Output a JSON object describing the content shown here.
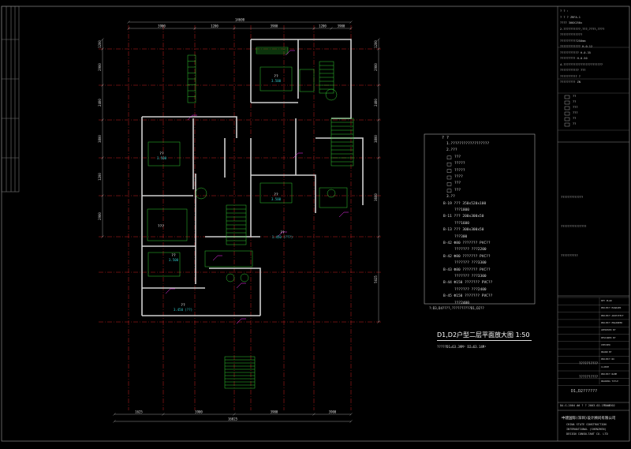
{
  "drawing": {
    "title": "D1,D2户型二层平面放大图  1:50",
    "area_note": "?????D1=63.39M² D2=63.14M²",
    "legend_footer": "?:D3,D4????,??????????D1,D2??"
  },
  "dimensions": {
    "top_overall": "14600",
    "top_segments": [
      "3900",
      "1200",
      "3900",
      "1200",
      "3900"
    ],
    "bottom_segments": [
      "1625",
      "3900",
      "3900",
      "3900"
    ],
    "bottom_overall": "16025",
    "left_segments": [
      "1200",
      "2900",
      "2400",
      "3800",
      "1200",
      "2900"
    ],
    "right_segments": [
      "1200",
      "2900",
      "2400",
      "3800",
      "3600",
      "5025"
    ]
  },
  "rooms": [
    {
      "label": "??",
      "sub": "3.500"
    },
    {
      "label": "??",
      "sub": "3.500"
    },
    {
      "label": "??",
      "sub": "3.500"
    },
    {
      "label": "??",
      "sub": "3.500"
    },
    {
      "label": "???",
      "sub": ""
    },
    {
      "label": "??",
      "sub": "1.450 (???)"
    },
    {
      "label": "??",
      "sub": "3.450 (??)"
    }
  ],
  "legend": {
    "header": "? ?",
    "rows": [
      "1.??????????????????",
      "2.???",
      "???",
      "?????",
      "?????",
      "????",
      "???",
      "???",
      "3.??",
      "B-19  ???  350x520x100",
      "???1800",
      "B-11  ???  200x300x50",
      "???1600",
      "B-13  ???  300x300x50",
      "???300",
      "B-42  Ф80  ??????? PVC??",
      "??????? ???2200",
      "B-42  Ф80  ??????? PVC??",
      "??????? ???3300",
      "B-43  Ф80  ??????? PVC??",
      "??????? ???3300",
      "B-44  Ф150  ??????? PVC??",
      "??????? ???2400",
      "B-45  Ф150  ??????? PVC??",
      "???2400"
    ]
  },
  "title_block": {
    "top_rows": [
      "? ? :",
      "? ? ?                    ZRFA-1",
      "????    300X250x",
      "2.??????????,???,????,????",
      "?????????????",
      "??????????250mm",
      "????????????            H-0.12",
      "???????????             H-0.35",
      "?????????               H-0.50",
      "4.???????????????????????",
      "???????????  ???",
      "??????????  ?",
      "?????????  ZN"
    ],
    "symbol_rows": [
      "??",
      "??",
      "???",
      "???",
      "??",
      "??"
    ],
    "mid_rows": [
      "?????????????",
      "???????????????",
      "??????????"
    ],
    "sign_rows": [
      "KEY PLAN",
      "PROJECT MANAGER",
      "PROJECT ARCHITECT",
      "PROJECT ENGINEER",
      "APPROVED BY",
      "DESIGNED BY",
      "CHECKED",
      "DRAWN BY",
      "PROJECT NO",
      "CLIENT",
      "PROJECT NAME",
      "DRAWING TITLE"
    ],
    "client_name": "??????????",
    "project_name": "??????????",
    "drawing_name": "D1,D2??????",
    "footer_info": "DA-G-2004  ## ? ?  2003.02.19  ##",
    "sheet_no": "TD-3302",
    "company_cn": "中建国际(深圳)设计顾问有限公司",
    "company_en_1": "CHINA STATE CONSTRUCTION",
    "company_en_2": "INTERNATIONAL (SHENZHEN)",
    "company_en_3": "DESIGN CONSULTANT CO. LTD"
  },
  "colors": {
    "background": "#000000",
    "axis": "#cc2222",
    "wall": "#d0d0d0",
    "fixture": "#33cc33",
    "dimension": "#ffffff",
    "annotation": "#ff33ff",
    "text_cyan": "#33cccc"
  }
}
